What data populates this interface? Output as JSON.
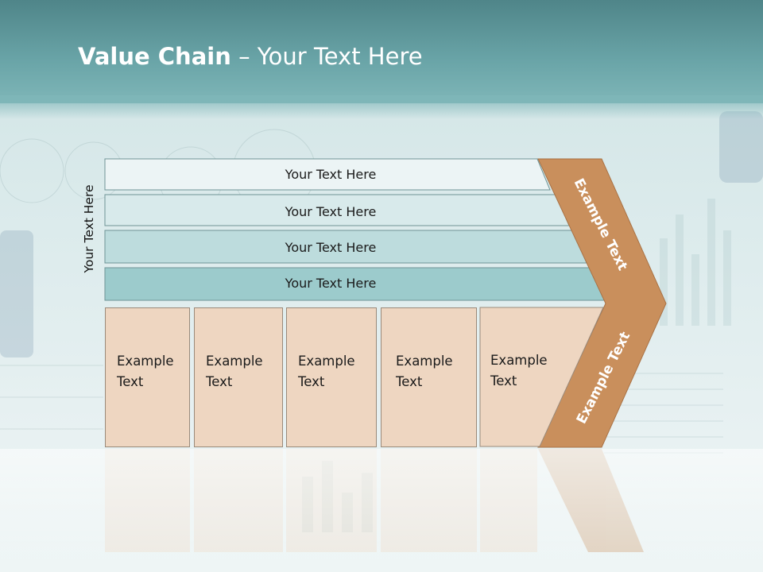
{
  "slide": {
    "title_bold": "Value Chain",
    "title_rest": " – Your Text Here",
    "side_label": "Your Text Here"
  },
  "rows": [
    {
      "label": "Your Text Here",
      "fill": "#ecf4f5"
    },
    {
      "label": "Your Text Here",
      "fill": "#d8eaeb"
    },
    {
      "label": "Your Text Here",
      "fill": "#bddcdd"
    },
    {
      "label": "Your Text Here",
      "fill": "#9ccbcc"
    }
  ],
  "boxes": [
    {
      "line1": "Example",
      "line2": "Text"
    },
    {
      "line1": "Example",
      "line2": "Text"
    },
    {
      "line1": "Example",
      "line2": "Text"
    },
    {
      "line1": "Example",
      "line2": "Text"
    },
    {
      "line1": "Example",
      "line2": "Text"
    }
  ],
  "chevron": {
    "upper_label": "Example Text",
    "lower_label": "Example Text",
    "color": "#c98f5c"
  },
  "colors": {
    "header": "#5f9a9d",
    "box_fill": "#eed6c1"
  }
}
